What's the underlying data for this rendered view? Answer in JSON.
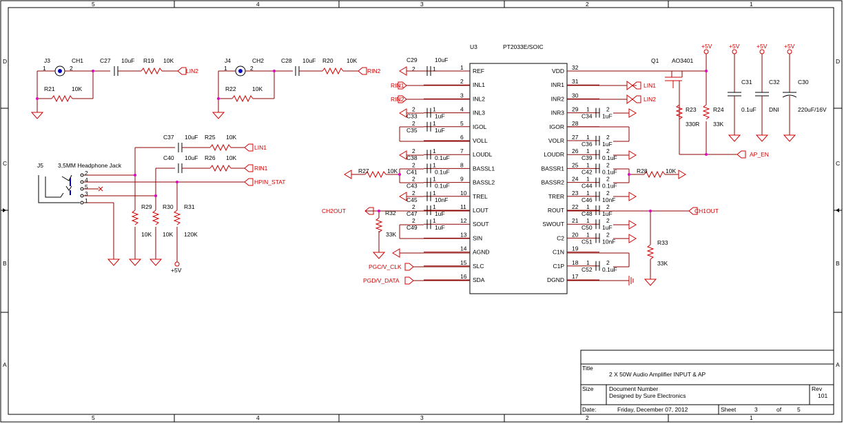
{
  "frame": {
    "columns": [
      "5",
      "4",
      "3",
      "2",
      "1"
    ],
    "rows": [
      "D",
      "C",
      "B",
      "A"
    ]
  },
  "title_block": {
    "title_label": "Title",
    "title": "2 X 50W Audio Amplifier INPUT & AP",
    "size_label": "Size",
    "doc_label": "Document Number",
    "designer": "Designed by Sure Electronics",
    "rev_label": "Rev",
    "rev": "101",
    "date_label": "Date:",
    "date": "Friday, December 07, 2012",
    "sheet_label": "Sheet",
    "sheet": "3",
    "of_label": "of",
    "of": "5"
  },
  "ic": {
    "ref": "U3",
    "part": "PT2033E/SOIC",
    "left_pins": [
      {
        "num": "1",
        "name": "REF"
      },
      {
        "num": "2",
        "name": "INL1"
      },
      {
        "num": "3",
        "name": "INL2"
      },
      {
        "num": "4",
        "name": "INL3"
      },
      {
        "num": "5",
        "name": "IGOL"
      },
      {
        "num": "6",
        "name": "VOLL"
      },
      {
        "num": "7",
        "name": "LOUDL"
      },
      {
        "num": "8",
        "name": "BASSL1"
      },
      {
        "num": "9",
        "name": "BASSL2"
      },
      {
        "num": "10",
        "name": "TREL"
      },
      {
        "num": "11",
        "name": "LOUT"
      },
      {
        "num": "12",
        "name": "SOUT"
      },
      {
        "num": "13",
        "name": "SIN"
      },
      {
        "num": "14",
        "name": "AGND"
      },
      {
        "num": "15",
        "name": "SLC"
      },
      {
        "num": "16",
        "name": "SDA"
      }
    ],
    "right_pins": [
      {
        "num": "32",
        "name": "VDD"
      },
      {
        "num": "31",
        "name": "INR1"
      },
      {
        "num": "30",
        "name": "INR2"
      },
      {
        "num": "29",
        "name": "INR3"
      },
      {
        "num": "28",
        "name": "IGOR"
      },
      {
        "num": "27",
        "name": "VOLR"
      },
      {
        "num": "26",
        "name": "LOUDR"
      },
      {
        "num": "25",
        "name": "BASSR1"
      },
      {
        "num": "24",
        "name": "BASSR2"
      },
      {
        "num": "23",
        "name": "TRER"
      },
      {
        "num": "22",
        "name": "ROUT"
      },
      {
        "num": "21",
        "name": "SWOUT"
      },
      {
        "num": "20",
        "name": "C2"
      },
      {
        "num": "19",
        "name": "C1N"
      },
      {
        "num": "18",
        "name": "C1P"
      },
      {
        "num": "17",
        "name": "DGND"
      }
    ]
  },
  "left_caps": [
    {
      "ref": "C29",
      "val": "10uF",
      "p1": "2",
      "p2": "1"
    },
    {
      "ref": "C33",
      "val": "1uF",
      "p1": "2",
      "p2": "1"
    },
    {
      "ref": "C35",
      "val": "1uF",
      "p1": "2",
      "p2": "1"
    },
    {
      "ref": "C38",
      "val": "0.1uF",
      "p1": "2",
      "p2": "1"
    },
    {
      "ref": "C41",
      "val": "0.1uF",
      "p1": "2",
      "p2": "1"
    },
    {
      "ref": "C43",
      "val": "0.1uF",
      "p1": "2",
      "p2": "1"
    },
    {
      "ref": "C45",
      "val": "10nF",
      "p1": "2",
      "p2": "1"
    },
    {
      "ref": "C47",
      "val": "1uF",
      "p1": "2",
      "p2": "1"
    },
    {
      "ref": "C49",
      "val": "1uF",
      "p1": "2",
      "p2": "1"
    }
  ],
  "right_caps": [
    {
      "ref": "C34",
      "val": "1uF",
      "p1": "1",
      "p2": "2"
    },
    {
      "ref": "C36",
      "val": "1uF",
      "p1": "1",
      "p2": "2"
    },
    {
      "ref": "C39",
      "val": "0.1uF",
      "p1": "1",
      "p2": "2"
    },
    {
      "ref": "C42",
      "val": "0.1uF",
      "p1": "1",
      "p2": "2"
    },
    {
      "ref": "C44",
      "val": "0.1uF",
      "p1": "1",
      "p2": "2"
    },
    {
      "ref": "C46",
      "val": "10nF",
      "p1": "1",
      "p2": "2"
    },
    {
      "ref": "C48",
      "val": "1uF",
      "p1": "1",
      "p2": "2"
    },
    {
      "ref": "C50",
      "val": "1uF",
      "p1": "1",
      "p2": "2"
    },
    {
      "ref": "C51",
      "val": "10nF",
      "p1": "1",
      "p2": "2"
    },
    {
      "ref": "C52",
      "val": "0.1uF",
      "p1": "1",
      "p2": "2"
    }
  ],
  "nets": {
    "lin1": "LIN1",
    "lin2": "LIN2",
    "rin1": "RIN1",
    "rin2": "RIN2",
    "hpin": "HPIN_STAT",
    "ch1out": "CH1OUT",
    "ch2out": "CH2OUT",
    "pgc": "PGC/V_CLK",
    "pgd": "PGD/V_DATA",
    "ap_en": "AP_EN",
    "p5v": "+5V"
  },
  "parts": {
    "j3": "J3",
    "ch1": "CH1",
    "c27": "C27",
    "c27v": "10uF",
    "r19": "R19",
    "r19v": "10K",
    "r21": "R21",
    "r21v": "10K",
    "j4": "J4",
    "ch2": "CH2",
    "c28": "C28",
    "c28v": "10uF",
    "r20": "R20",
    "r20v": "10K",
    "r22": "R22",
    "r22v": "10K",
    "j5": "J5",
    "hp": "3,5MM Headphone Jack",
    "c37": "C37",
    "c37v": "10uF",
    "r25": "R25",
    "r25v": "10K",
    "c40": "C40",
    "c40v": "10uF",
    "r26": "R26",
    "r26v": "10K",
    "r29": "R29",
    "r29v": "10K",
    "r30": "R30",
    "r30v": "10K",
    "r31": "R31",
    "r31v": "120K",
    "r27": "R27",
    "r27v": "10K",
    "r32": "R32",
    "r32v": "33K",
    "r28": "R28",
    "r28v": "10K",
    "r33": "R33",
    "r33v": "33K",
    "q1": "Q1",
    "q1v": "AO3401",
    "r23": "R23",
    "r23v": "330R",
    "r24": "R24",
    "r24v": "33K",
    "c31": "C31",
    "c31v": "0.1uF",
    "c32": "C32",
    "c32v": "DNI",
    "c30": "C30",
    "c30v": "220uF/16V"
  },
  "pin_nums": {
    "p1": "1",
    "p2": "2",
    "p3": "3",
    "p4": "4",
    "p5": "5"
  }
}
